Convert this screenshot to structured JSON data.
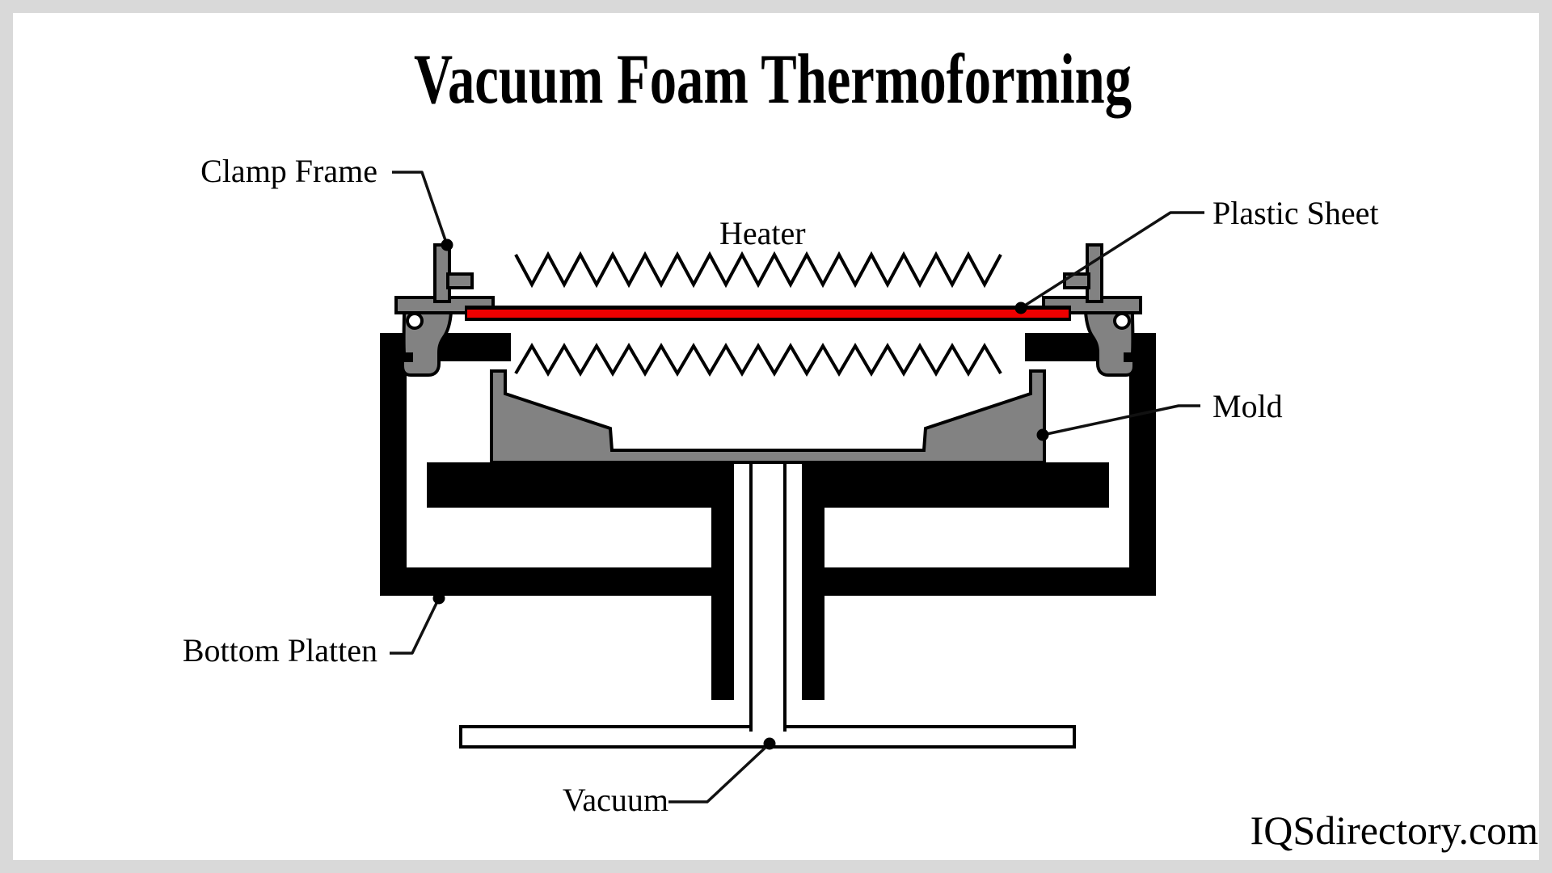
{
  "title": "Vacuum Foam Thermoforming",
  "watermark": "IQSdirectory.com",
  "labels": {
    "clamp_frame": "Clamp Frame",
    "heater": "Heater",
    "plastic_sheet": "Plastic Sheet",
    "mold": "Mold",
    "bottom_platten": "Bottom Platten",
    "vacuum": "Vacuum"
  },
  "colors": {
    "background": "#ffffff",
    "page_border": "#d9d9d9",
    "structure_black": "#000000",
    "metal_gray": "#828282",
    "plastic_sheet_red": "#ee0000",
    "leader_line": "#111111"
  }
}
